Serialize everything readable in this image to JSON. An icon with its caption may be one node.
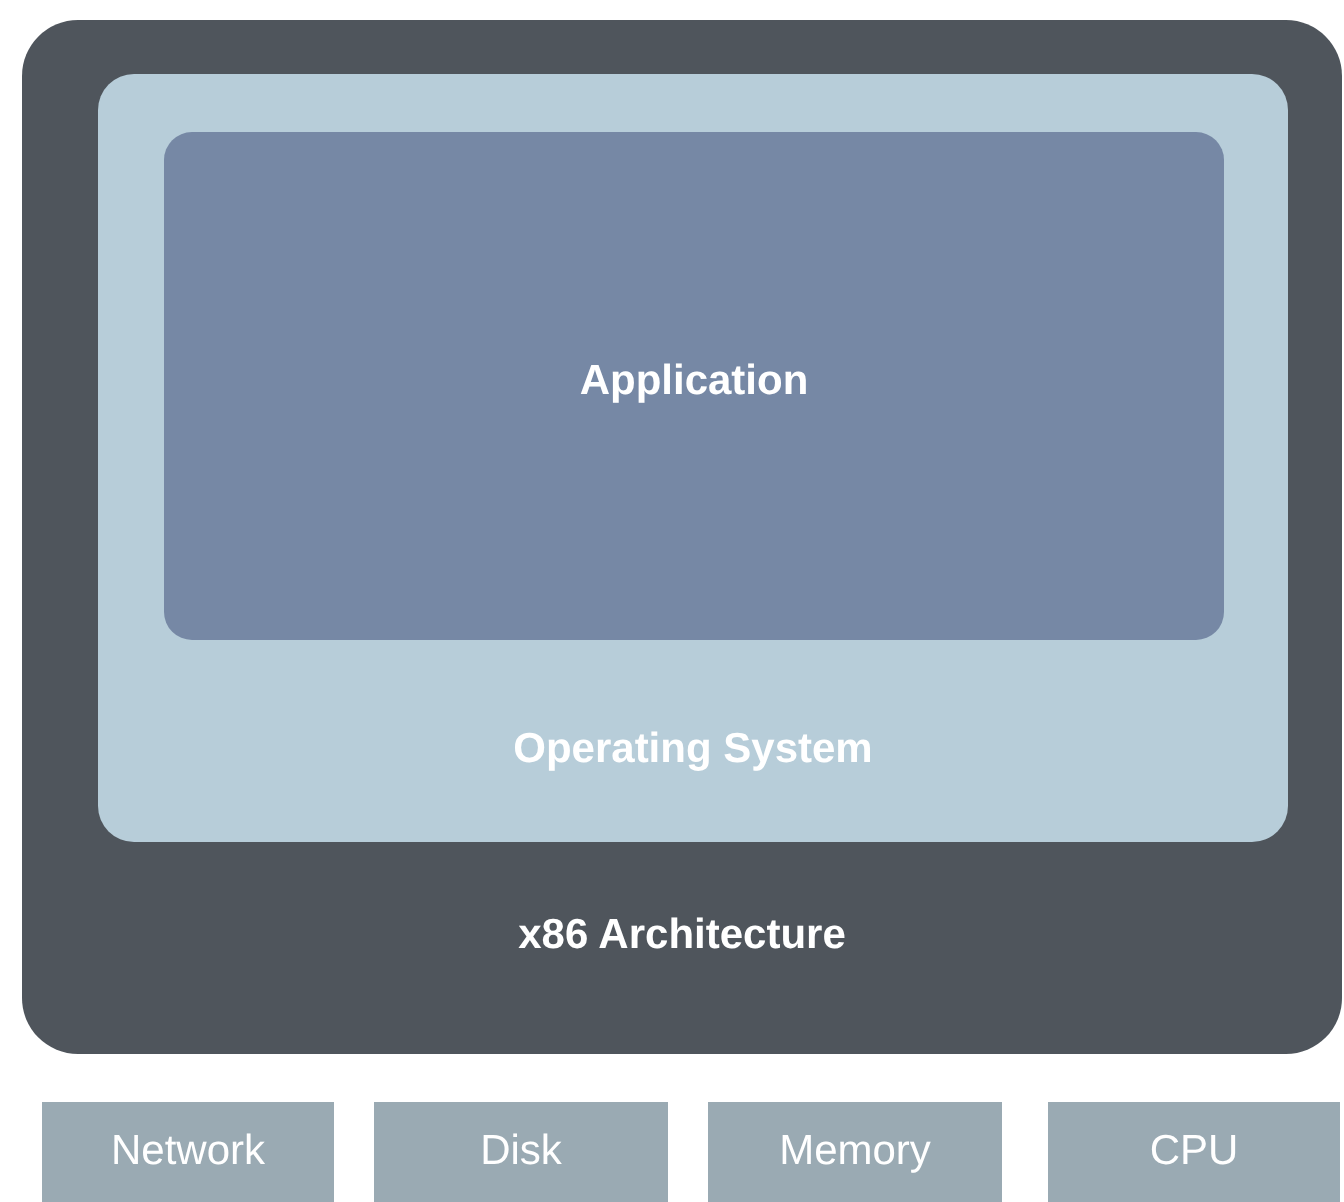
{
  "diagram": {
    "nodes": [
      {
        "text": [
          "x86 Architecture"
        ]
      },
      {
        "text": [
          "Operating System"
        ],
        "in": 0
      },
      {
        "text": [
          "Application"
        ],
        "in": 1
      },
      {
        "text": [
          "Network"
        ]
      },
      {
        "text": [
          "Disk"
        ]
      },
      {
        "text": [
          "Memory"
        ]
      },
      {
        "text": [
          "CPU"
        ]
      }
    ]
  }
}
